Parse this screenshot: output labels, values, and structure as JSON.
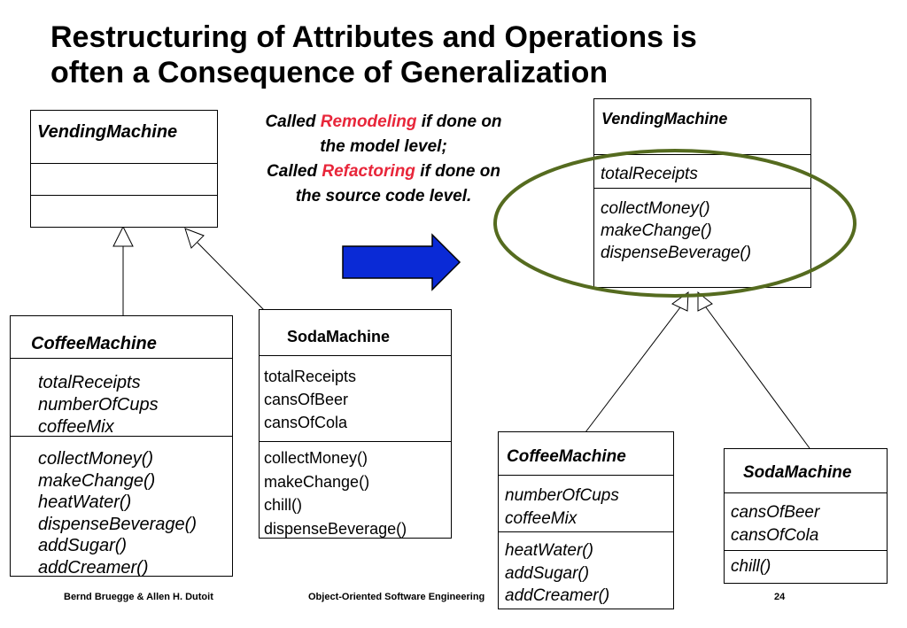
{
  "title": {
    "line1": "Restructuring of Attributes and Operations is",
    "line2": "often a Consequence of Generalization"
  },
  "note": {
    "line1_pre": "Called ",
    "line1_em": "Remodeling",
    "line1_post": " if done on",
    "line2": "the model level;",
    "line3_pre": "Called ",
    "line3_em": "Refactoring",
    "line3_post": " if done on",
    "line4": "the source code level.",
    "accent_color": "#e8263a"
  },
  "left_diagram": {
    "vending": {
      "name": "VendingMachine",
      "attributes": [],
      "operations": []
    },
    "coffee": {
      "name": "CoffeeMachine",
      "attributes": [
        "totalReceipts",
        "numberOfCups",
        "coffeeMix"
      ],
      "operations": [
        "collectMoney()",
        "makeChange()",
        "heatWater()",
        "dispenseBeverage()",
        "addSugar()",
        "addCreamer()"
      ]
    },
    "soda": {
      "name": "SodaMachine",
      "attributes": [
        "totalReceipts",
        "cansOfBeer",
        "cansOfCola"
      ],
      "operations": [
        "collectMoney()",
        "makeChange()",
        "chill()",
        "dispenseBeverage()"
      ]
    }
  },
  "right_diagram": {
    "vending": {
      "name": "VendingMachine",
      "attributes": [
        "totalReceipts"
      ],
      "operations": [
        "collectMoney()",
        "makeChange()",
        "dispenseBeverage()"
      ]
    },
    "coffee": {
      "name": "CoffeeMachine",
      "attributes": [
        "numberOfCups",
        "coffeeMix"
      ],
      "operations": [
        "heatWater()",
        "addSugar()",
        "addCreamer()"
      ]
    },
    "soda": {
      "name": "SodaMachine",
      "attributes": [
        "cansOfBeer",
        "cansOfCola"
      ],
      "operations": [
        "chill()"
      ]
    }
  },
  "arrow_color": "#0a2ad6",
  "highlight_color": "#556b1f",
  "footer": {
    "authors": "Bernd Bruegge & Allen H. Dutoit",
    "course": "Object-Oriented Software Engineering",
    "page": "24"
  }
}
